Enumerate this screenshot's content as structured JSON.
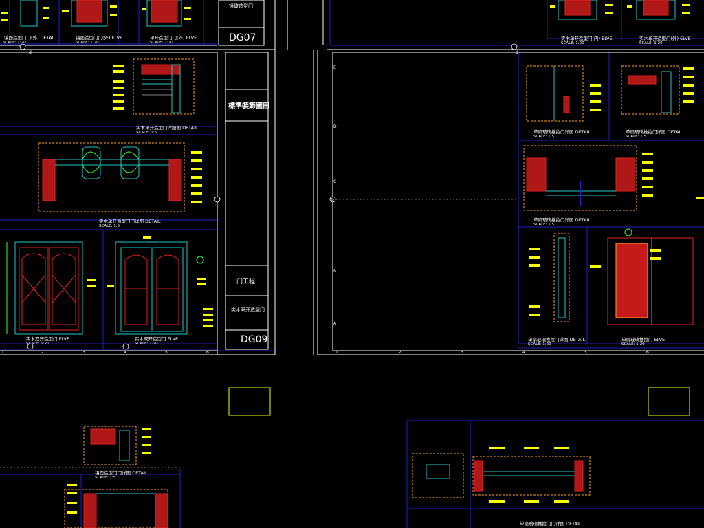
{
  "colors": {
    "background": "#000000",
    "frame": "#ffffff",
    "grid": "#1e23c8",
    "detail_border": "#ff9f1a",
    "dimension": "#f5ff00",
    "wall_hatch": "#e22020",
    "door_frame": "#22c3c3",
    "leaf": "#33ff33",
    "annotation": "#ffffff"
  },
  "title_block_1": {
    "title": "標準裝飾圖冊",
    "project": "门工程",
    "drawing_name": "实木双开造型门",
    "sheet_top": "DG07",
    "sheet_bottom": "DG09",
    "top_cell_text": "镜玻造型门"
  },
  "axis_markers": {
    "d": "d",
    "b": "b",
    "numbers": [
      "1",
      "2",
      "3",
      "4",
      "5",
      "6"
    ],
    "letters": [
      "A",
      "B",
      "C",
      "D",
      "E"
    ]
  },
  "captions": {
    "top_left_1": "镜面造型门门(外)  DETAIL",
    "top_left_2": "镜面造型门门(外)  ELVE",
    "top_left_3": "单开造型门门(外)  ELVE",
    "top_right_1": "实木单开造型门(内)  ELVE",
    "top_right_2": "实木单开造型门(外)  ELVE",
    "detail_a": "实木单开造型门详细图  DETAIL",
    "detail_b": "实木单开造型门门详图  DETAIL",
    "elev_a": "实木双开造型门  ELVE",
    "elev_b": "实木双开造型门  ELVE",
    "right_detail_a": "单扇玻璃推拉门详图  DETAIL",
    "right_detail_b": "单扇玻璃推拉门详图  DETAIL",
    "right_detail_c": "单扇玻璃推拉门详图  DETAIL",
    "right_elev_a": "单扇玻璃推拉门详图  DETAIL",
    "right_elev_b": "单扇玻璃推拉门  ELVE",
    "bottom_left": "镜面造型门门详图  DETAIL",
    "bottom_right": "单扇玻璃推拉门门详图  DETAIL"
  },
  "scales": {
    "s120": "SCALE: 1:20",
    "s15": "SCALE: 1:5"
  }
}
